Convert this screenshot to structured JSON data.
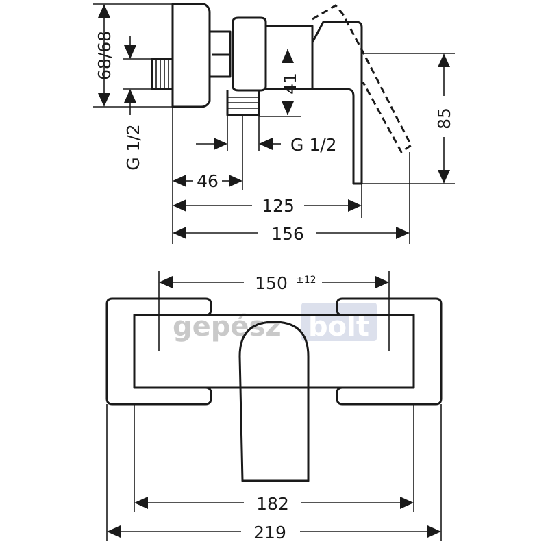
{
  "watermark": {
    "part1": "gepész",
    "part2": "bolt",
    "color1": "#c9c9c9",
    "color2": "#b8bfd6"
  },
  "side_view": {
    "dim_68": "68/68",
    "thread_left": "G 1/2",
    "dim_41": "41",
    "thread_right": "G 1/2",
    "dim_85": "85",
    "dim_46": "46",
    "dim_125": "125",
    "dim_156": "156"
  },
  "front_view": {
    "dim_150": "150",
    "dim_150_tol": "±12",
    "dim_182": "182",
    "dim_219": "219"
  }
}
